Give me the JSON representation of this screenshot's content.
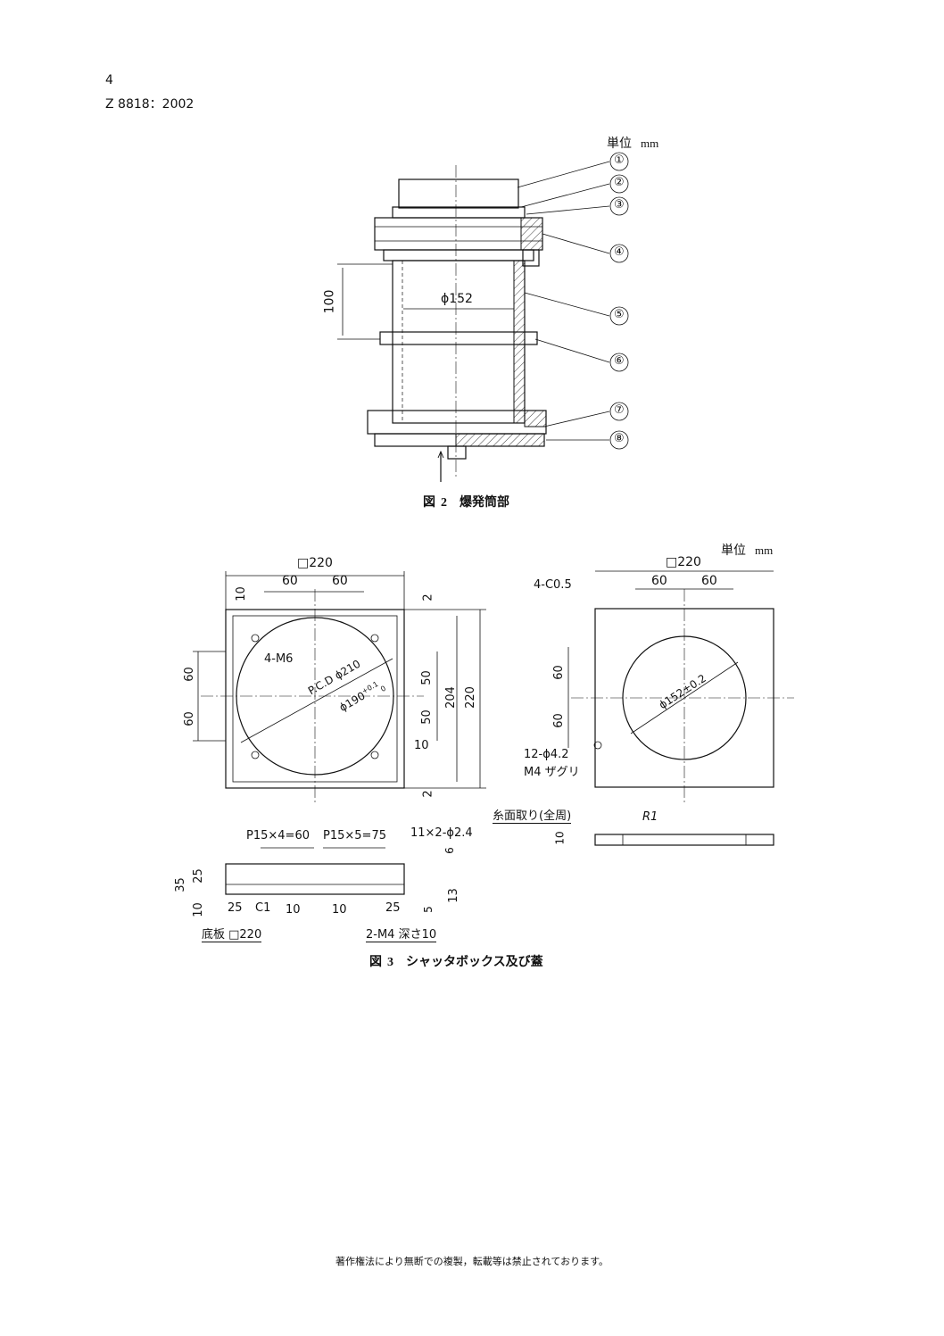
{
  "header": {
    "page_number": "4",
    "standard_code": "Z 8818：2002"
  },
  "figure2": {
    "unit_label": "単位",
    "unit_value": "mm",
    "callouts": [
      "①",
      "②",
      "③",
      "④",
      "⑤",
      "⑥",
      "⑦",
      "⑧"
    ],
    "dim_height": "100",
    "dim_diameter": "ϕ152",
    "caption_prefix": "図",
    "caption_number": "2",
    "caption_title": "爆発筒部"
  },
  "figure3": {
    "unit_label": "単位",
    "unit_value": "mm",
    "box": {
      "width": "□220",
      "d60a": "60",
      "d60b": "60",
      "d10": "10",
      "d2top": "2",
      "d60l1": "60",
      "d60l2": "60",
      "m6": "4-M6",
      "pcd": "P.C.D ϕ210",
      "bore": "ϕ190",
      "bore_tol_upper": "+0.1",
      "bore_tol_lower": "0",
      "d50a": "50",
      "d50b": "50",
      "d204": "204",
      "d220": "220",
      "d10r": "10",
      "d2bot": "2"
    },
    "lid": {
      "chamfer": "4-C0.5",
      "width": "□220",
      "d60a": "60",
      "d60b": "60",
      "d60l1": "60",
      "d60l2": "60",
      "bore": "ϕ152±0.2",
      "holes_line1": "12-ϕ4.2",
      "holes_line2": "M4 ザグリ"
    },
    "side": {
      "pitch1": "P15×4=60",
      "pitch2": "P15×5=75",
      "holes": "11×2-ϕ2.4",
      "d6": "6",
      "d35": "35",
      "d25v": "25",
      "d10v": "10",
      "d13": "13",
      "d25a": "25",
      "c1": "C1",
      "d10a": "10",
      "d10b": "10",
      "d25b": "25",
      "d5": "5",
      "bottom_plate": "底板 □220",
      "m4": "2-M4 深さ10"
    },
    "lid_side": {
      "edge_note": "糸面取り(全周)",
      "radius": "R1",
      "d10": "10"
    },
    "caption_prefix": "図",
    "caption_number": "3",
    "caption_title": "シャッタボックス及び蓋"
  },
  "footer": {
    "notice": "著作権法により無断での複製，転載等は禁止されております。"
  }
}
